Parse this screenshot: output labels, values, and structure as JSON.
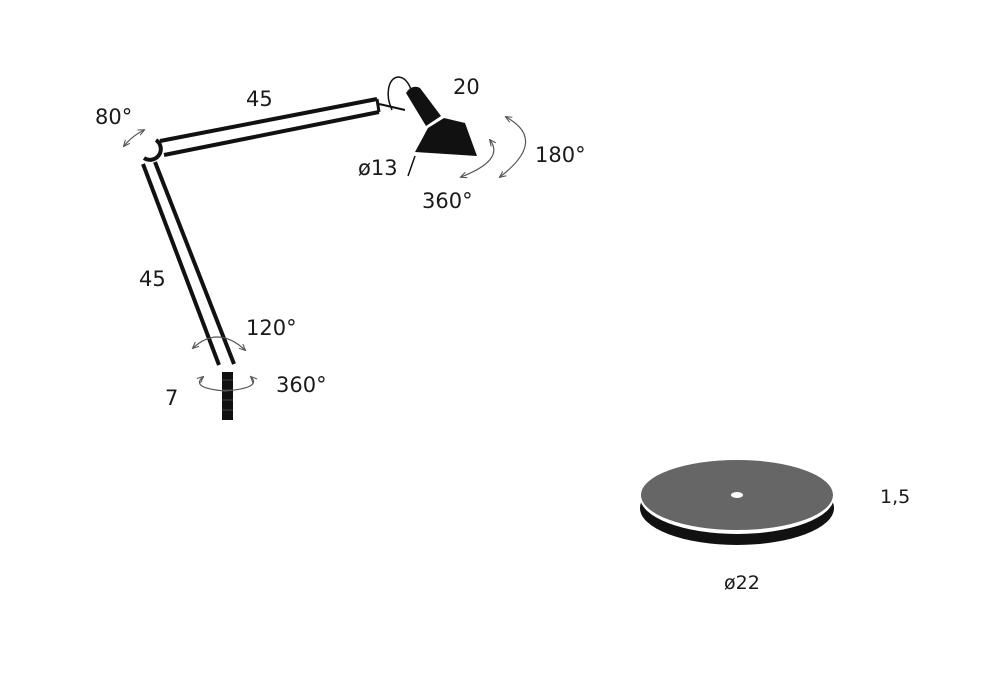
{
  "lamp": {
    "labels": {
      "elbow_angle": "80°",
      "upper_arm_length": "45",
      "head_height": "20",
      "head_tilt_angle": "180°",
      "shade_diameter": "ø13",
      "head_rotation": "360°",
      "lower_arm_length": "45",
      "base_joint_angle": "120°",
      "base_rotation": "360°",
      "pin_length": "7"
    }
  },
  "base": {
    "labels": {
      "thickness": "1,5",
      "diameter": "ø22"
    }
  },
  "colors": {
    "ink": "#111111",
    "base_top": "#666666"
  }
}
